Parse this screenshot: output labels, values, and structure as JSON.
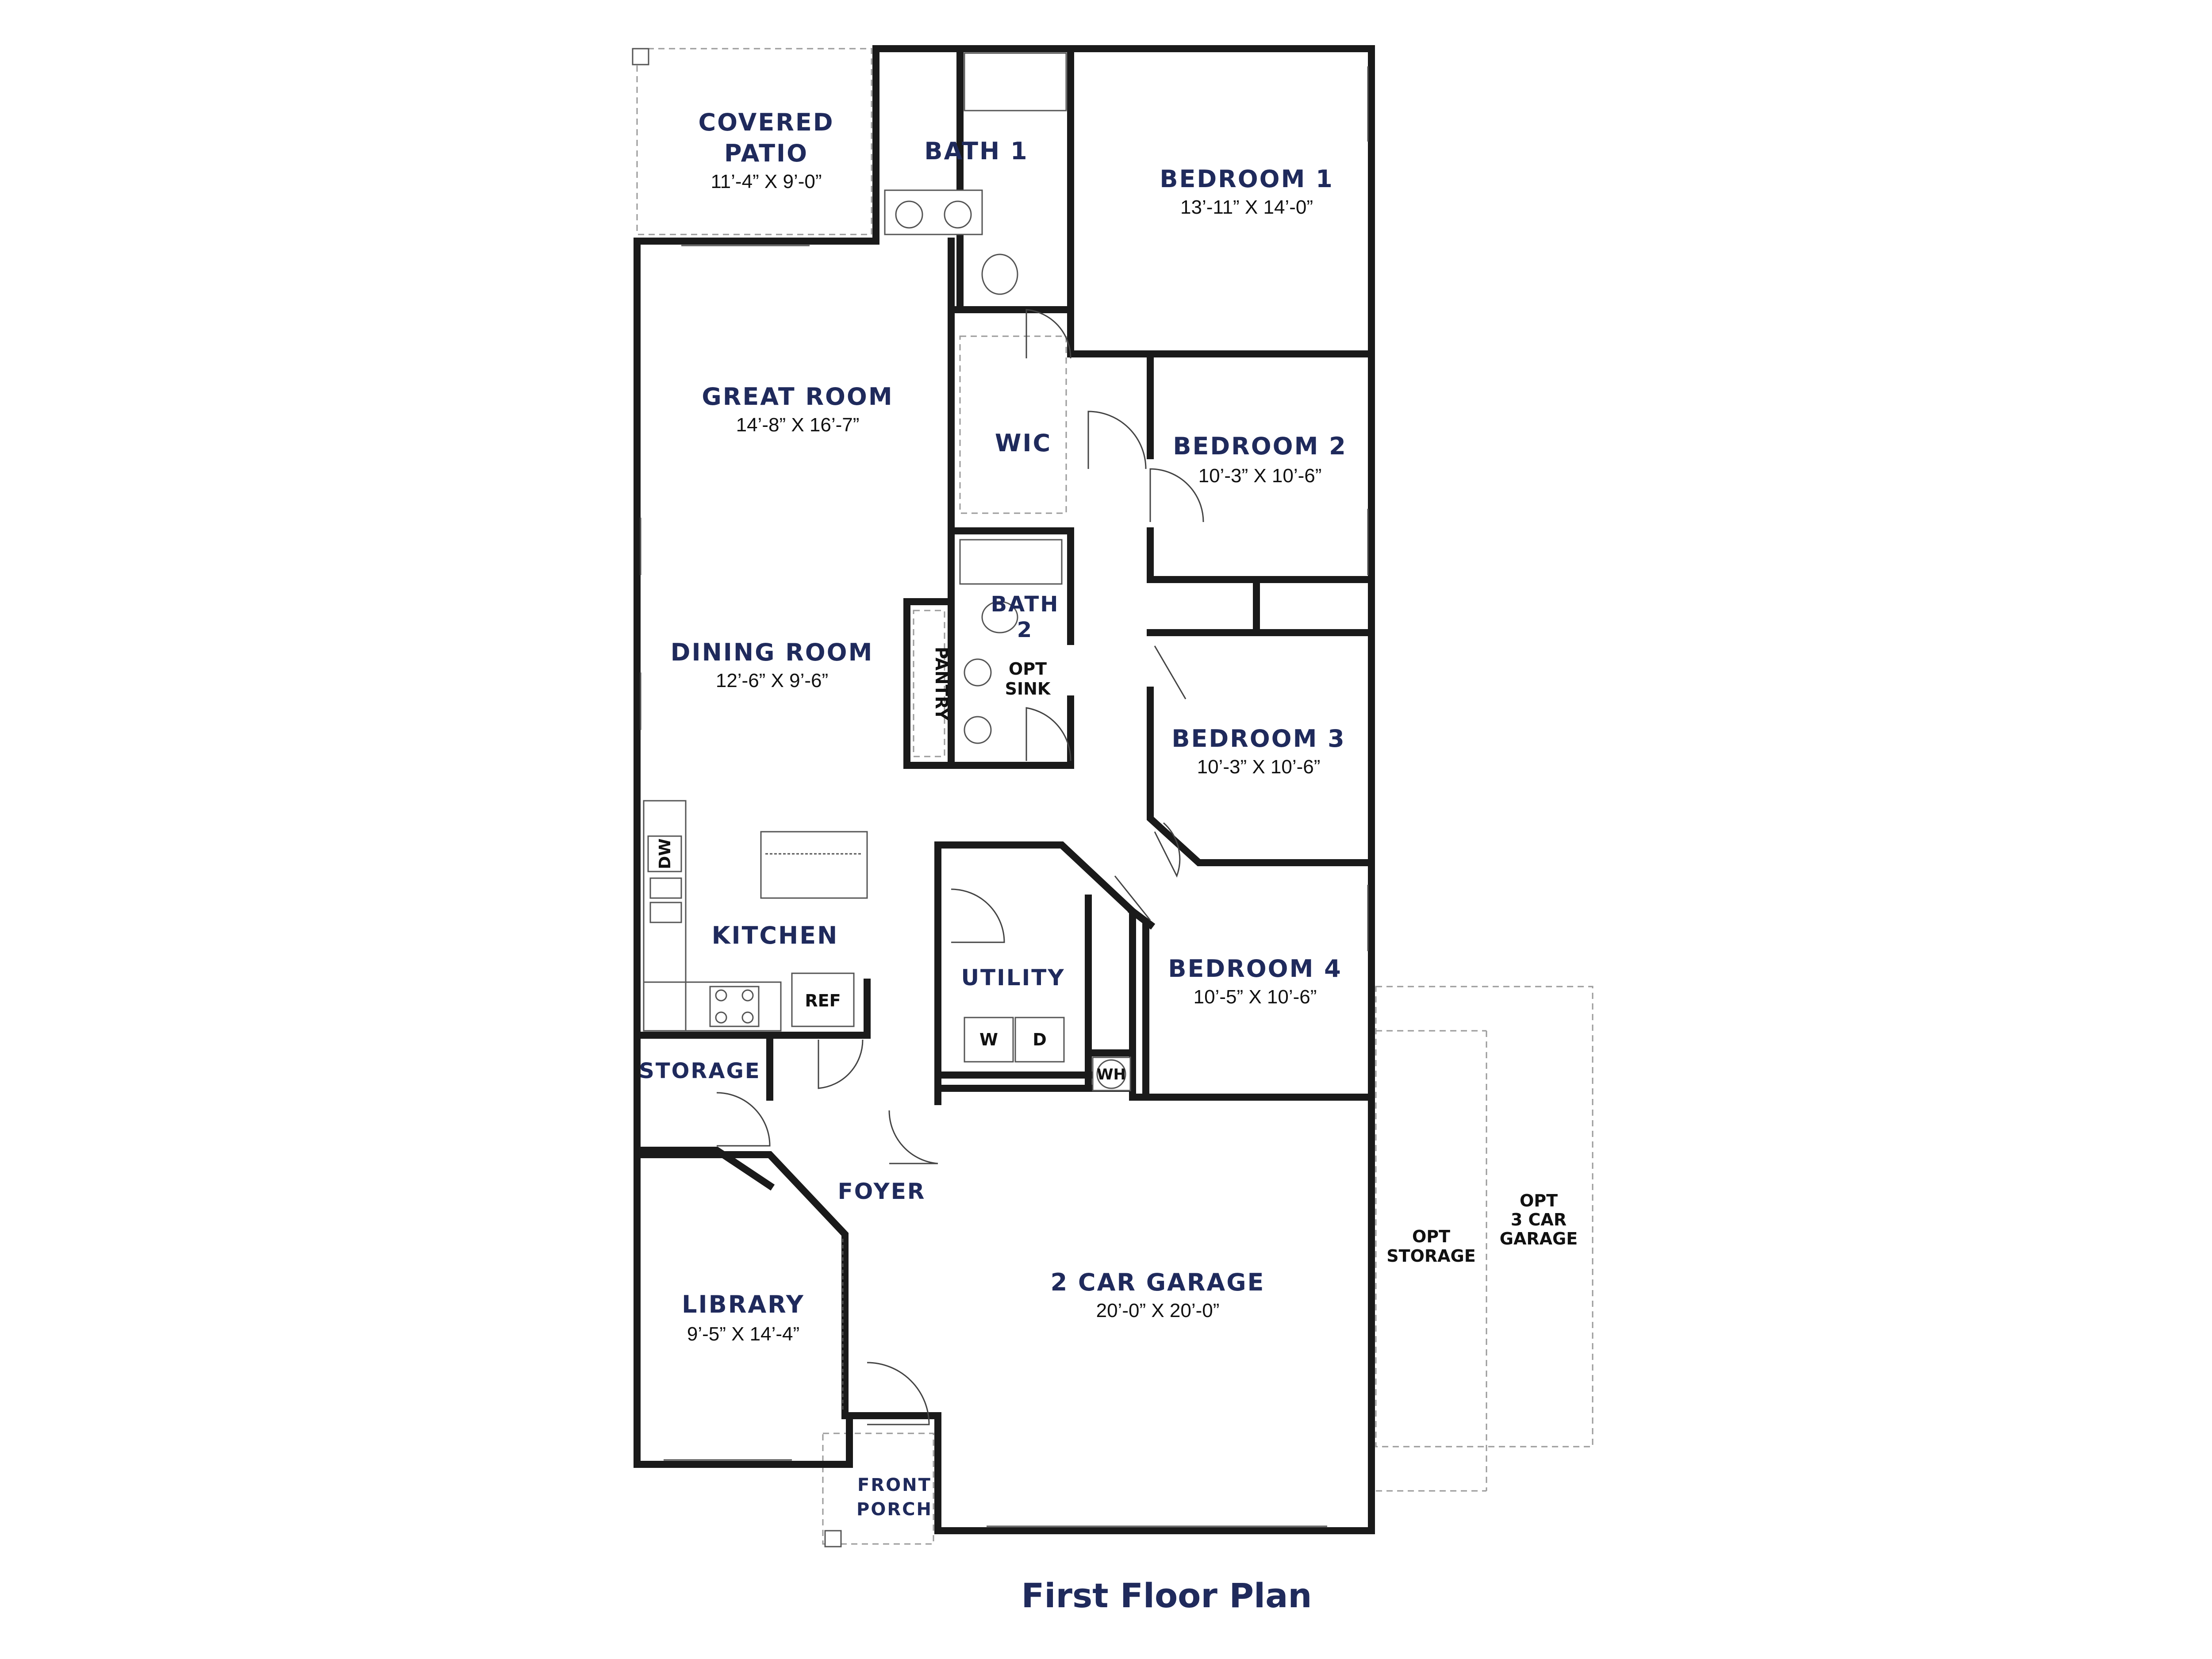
{
  "title": "First Floor Plan",
  "rooms": [
    {
      "id": "covered-patio",
      "name_lines": [
        "COVERED",
        "PATIO"
      ],
      "dims": "11’-4” X 9’-0”"
    },
    {
      "id": "bath-1",
      "name_lines": [
        "BATH 1"
      ],
      "dims": ""
    },
    {
      "id": "bedroom-1",
      "name_lines": [
        "BEDROOM 1"
      ],
      "dims": "13’-11” X 14’-0”"
    },
    {
      "id": "great-room",
      "name_lines": [
        "GREAT ROOM"
      ],
      "dims": "14’-8” X 16’-7”"
    },
    {
      "id": "wic",
      "name_lines": [
        "WIC"
      ],
      "dims": ""
    },
    {
      "id": "bedroom-2",
      "name_lines": [
        "BEDROOM 2"
      ],
      "dims": "10’-3” X 10’-6”"
    },
    {
      "id": "bath-2",
      "name_lines": [
        "BATH",
        "2"
      ],
      "dims": ""
    },
    {
      "id": "dining-room",
      "name_lines": [
        "DINING ROOM"
      ],
      "dims": "12’-6” X 9’-6”"
    },
    {
      "id": "bedroom-3",
      "name_lines": [
        "BEDROOM 3"
      ],
      "dims": "10’-3” X 10’-6”"
    },
    {
      "id": "kitchen",
      "name_lines": [
        "KITCHEN"
      ],
      "dims": ""
    },
    {
      "id": "utility",
      "name_lines": [
        "UTILITY"
      ],
      "dims": ""
    },
    {
      "id": "bedroom-4",
      "name_lines": [
        "BEDROOM 4"
      ],
      "dims": "10’-5” X 10’-6”"
    },
    {
      "id": "storage",
      "name_lines": [
        "STORAGE"
      ],
      "dims": ""
    },
    {
      "id": "foyer",
      "name_lines": [
        "FOYER"
      ],
      "dims": ""
    },
    {
      "id": "library",
      "name_lines": [
        "LIBRARY"
      ],
      "dims": "9’-5” X 14’-4”"
    },
    {
      "id": "garage",
      "name_lines": [
        "2 CAR GARAGE"
      ],
      "dims": "20’-0” X 20’-0”"
    },
    {
      "id": "front-porch",
      "name_lines": [
        "FRONT",
        "PORCH"
      ],
      "dims": ""
    }
  ],
  "labels": {
    "pantry": "PANTRY",
    "opt_sink": [
      "OPT",
      "SINK"
    ],
    "dw": "DW",
    "ref": "REF",
    "washer": "W",
    "dryer": "D",
    "water_heater": "WH",
    "opt_storage": [
      "OPT",
      "STORAGE"
    ],
    "opt_garage": [
      "OPT",
      "3 CAR",
      "GARAGE"
    ]
  },
  "colors": {
    "room_label": "#1f2a5c",
    "wall": "#1a1a1a"
  }
}
